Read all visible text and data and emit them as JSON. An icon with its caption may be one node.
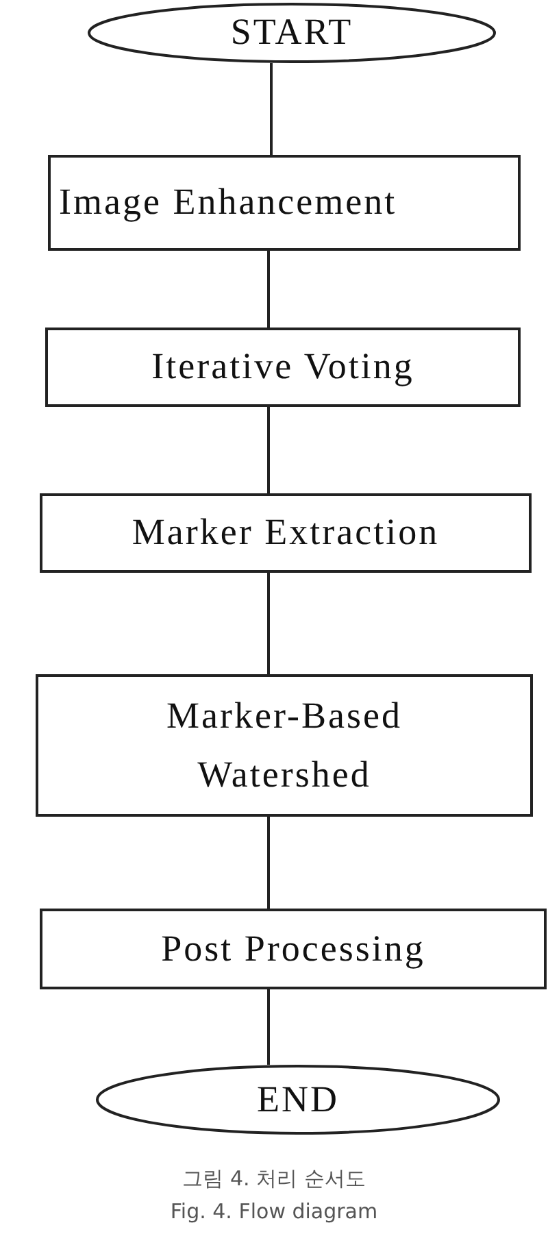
{
  "diagram": {
    "caption": "그림 4. 처리 순서도",
    "nodes": [
      {
        "text": [
          "START"
        ]
      },
      {
        "text": [
          "Image Enhancement"
        ]
      },
      {
        "text": [
          "Iterative Voting"
        ]
      },
      {
        "text": [
          "Marker Extraction"
        ]
      },
      {
        "text": [
          "Marker-Based Watershed"
        ]
      },
      {
        "text": [
          "Post Processing"
        ]
      },
      {
        "text": [
          "END"
        ]
      }
    ],
    "edges": [
      {
        "from": 0,
        "to": 1,
        "arrow": "none"
      },
      {
        "from": 1,
        "to": 2,
        "arrow": "none"
      },
      {
        "from": 2,
        "to": 3,
        "arrow": "none"
      },
      {
        "from": 3,
        "to": 4,
        "arrow": "none"
      },
      {
        "from": 4,
        "to": 5,
        "arrow": "none"
      },
      {
        "from": 5,
        "to": 6,
        "arrow": "none"
      }
    ],
    "labels": [
      "Fig. 4. Flow diagram"
    ]
  }
}
